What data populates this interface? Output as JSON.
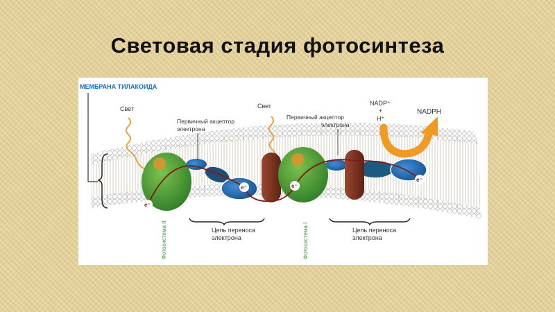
{
  "slide": {
    "title": "Световая стадия фотосинтеза"
  },
  "diagram": {
    "membrane_label": "МЕМБРАНА ТИЛАКОИДА",
    "light_1": "Свет",
    "light_2": "Свет",
    "acceptor_1": [
      "Первичный акцептор",
      "электрона"
    ],
    "acceptor_2": [
      "Первичный акцептор",
      "электрона"
    ],
    "nadp": "NADP⁺",
    "plus": "+",
    "h": "H⁺",
    "nadph": "NADPH",
    "electron": "e⁻",
    "photosystem_2": "Фотосистема II",
    "photosystem_1": "Фотосистема I",
    "chain_1": [
      "Цепь переноса",
      "электрона"
    ],
    "chain_2": [
      "Цепь переноса",
      "электрона"
    ],
    "colors": {
      "label_blue": "#1a6fc0",
      "photosystem_green": "#4a9e3a",
      "cytochrome_brown": "#7a2f1e",
      "carrier_blue": "#1f5fa8",
      "arrow_orange": "#ef9a22"
    }
  }
}
